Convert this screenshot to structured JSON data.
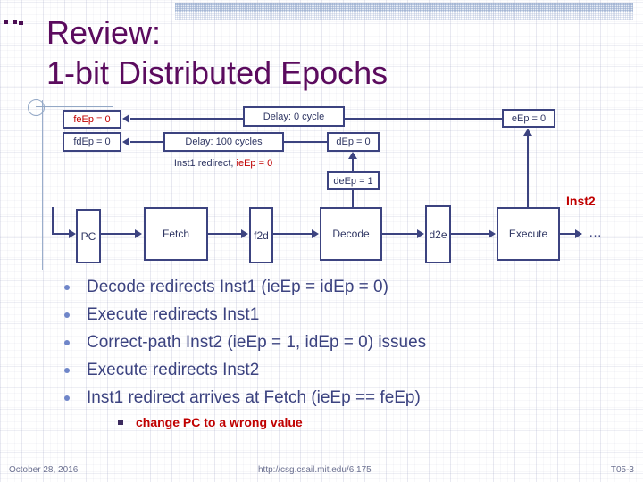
{
  "slide": {
    "title_line1": "Review:",
    "title_line2": "1-bit Distributed Epochs",
    "title_color": "#5b0b5e"
  },
  "diagram": {
    "epoch_registers": [
      {
        "name": "feEp-register",
        "label": "feEp = 0",
        "color": "#c00000"
      },
      {
        "name": "fdEp-register",
        "label": "fdEp = 0",
        "color": "#2f3663"
      },
      {
        "name": "dEp-register",
        "label": "dEp = 0",
        "color": "#2f3663"
      },
      {
        "name": "deEp-register",
        "label": "deEp = 1",
        "color": "#2f3663"
      },
      {
        "name": "eEp-register",
        "label": "eEp = 0",
        "color": "#2f3663"
      }
    ],
    "delay_boxes": [
      {
        "name": "delay-0-cycle",
        "label": "Delay: 0 cycle"
      },
      {
        "name": "delay-100-cycles",
        "label": "Delay: 100 cycles"
      }
    ],
    "redirect_caption": {
      "text_prefix": "Inst1 redirect, ",
      "text_red": "ieEp = 0",
      "red_color": "#c00000"
    },
    "pipeline_stages": [
      {
        "name": "pc-stage",
        "label": "PC"
      },
      {
        "name": "fetch-stage",
        "label": "Fetch"
      },
      {
        "name": "f2d-fifo",
        "label": "f2d"
      },
      {
        "name": "decode-stage",
        "label": "Decode"
      },
      {
        "name": "d2e-fifo",
        "label": "d2e"
      },
      {
        "name": "execute-stage",
        "label": "Execute"
      }
    ],
    "pipeline_continues": "…",
    "inst2_label": "Inst2",
    "inst2_color": "#c00000"
  },
  "bullets": [
    "Decode redirects Inst1 (ieEp = idEp = 0)",
    "Execute redirects Inst1",
    "Correct-path Inst2 (ieEp = 1, idEp = 0) issues",
    "Execute redirects Inst2",
    "Inst1 redirect arrives at Fetch (ieEp == feEp)"
  ],
  "sub_bullet": "change PC to a wrong value",
  "footer": {
    "date": "October 28, 2016",
    "url": "http://csg.csail.mit.edu/6.175",
    "slide_id": "T05-3"
  }
}
